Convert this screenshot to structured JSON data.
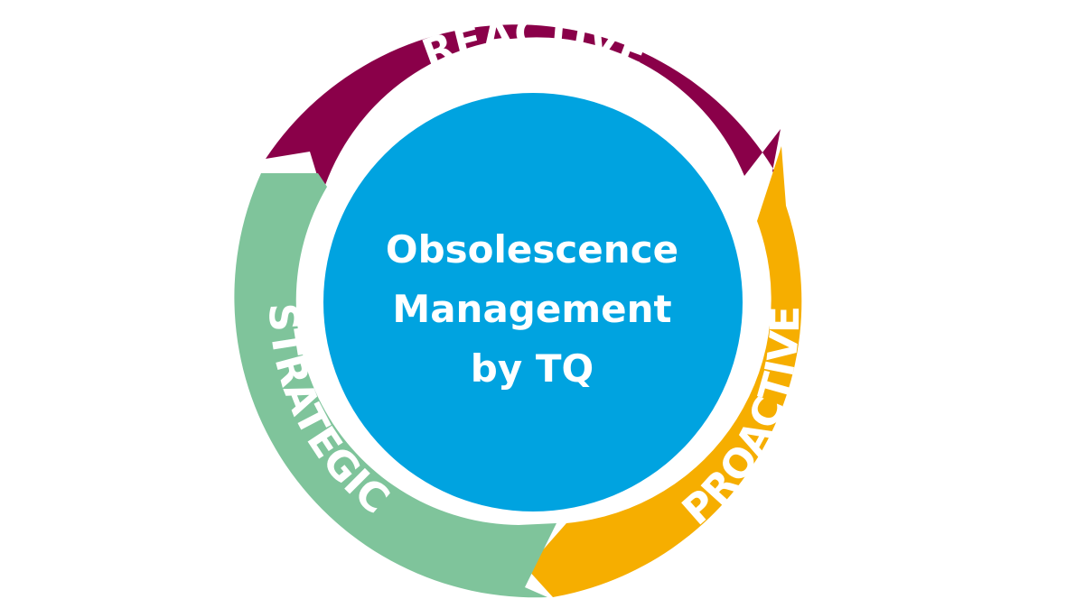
{
  "diagram": {
    "center": {
      "lines": [
        "Obsolescence",
        "Management",
        "by TQ"
      ],
      "color": "#00a3e0"
    },
    "segments": [
      {
        "id": "reactive",
        "label": "REACTIVE",
        "color": "#8a0049"
      },
      {
        "id": "proactive",
        "label": "PROACTIVE",
        "color": "#f6ae00"
      },
      {
        "id": "strategic",
        "label": "STRATEGIC",
        "color": "#7fc49b"
      }
    ]
  }
}
